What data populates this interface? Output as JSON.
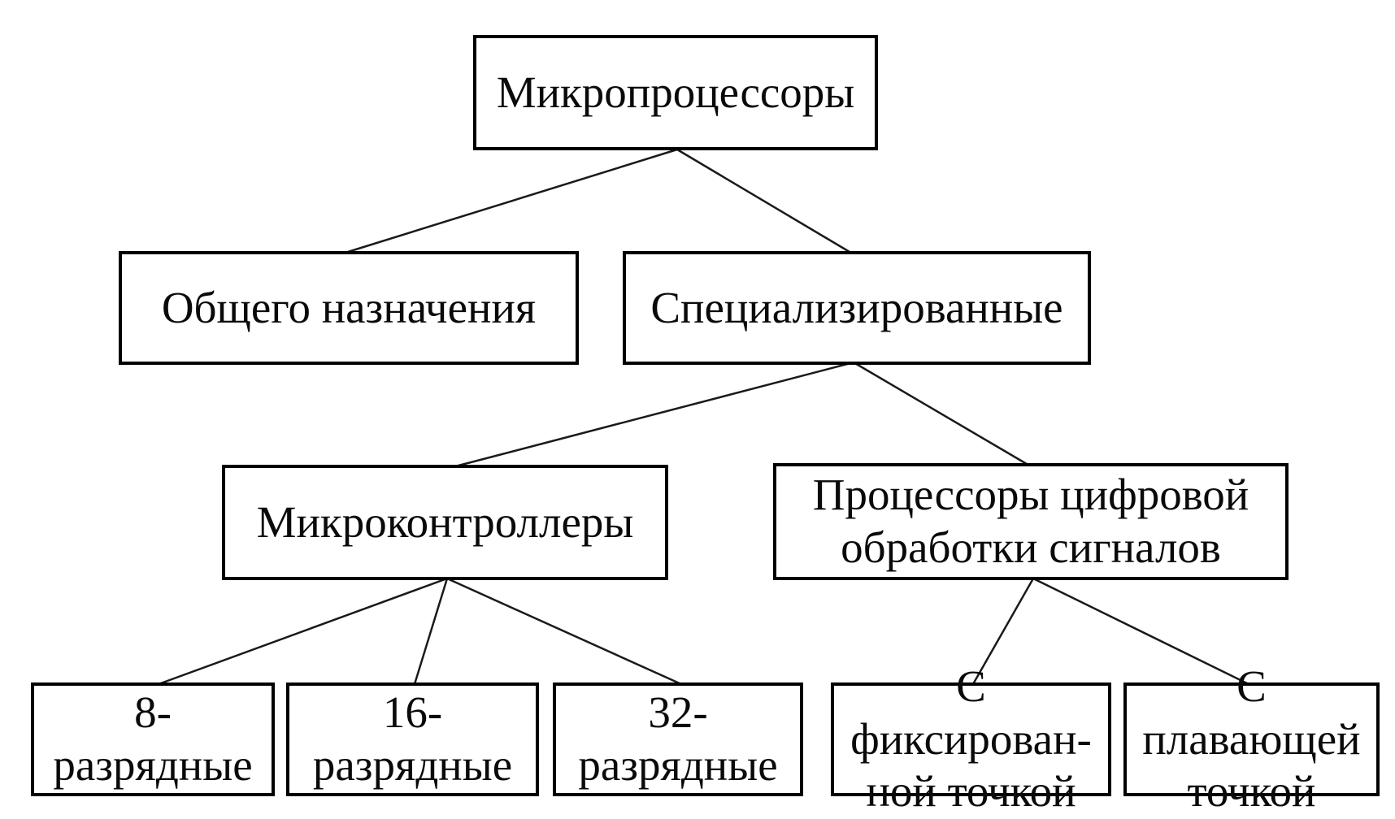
{
  "diagram": {
    "type": "tree",
    "language": "ru",
    "colors": {
      "background": "#ffffff",
      "border": "#000000",
      "text": "#0a0a0a",
      "line": "#1a1a1a"
    },
    "nodes": {
      "root": {
        "label": "Микропроцессоры"
      },
      "general_purpose": {
        "label": "Общего назначения"
      },
      "specialized": {
        "label": "Специализированные"
      },
      "microcontrollers": {
        "label": "Микроконтроллеры"
      },
      "dsp": {
        "label": "Процессоры цифровой\nобработки сигналов"
      },
      "bit8": {
        "label": "8-разрядные"
      },
      "bit16": {
        "label": "16-разрядные"
      },
      "bit32": {
        "label": "32-разрядные"
      },
      "fixed_point": {
        "label": "С фиксирован-\nной точкой"
      },
      "floating_point": {
        "label": "С плавающей\nточкой"
      }
    },
    "edges": [
      {
        "from": "root",
        "to": "general_purpose"
      },
      {
        "from": "root",
        "to": "specialized"
      },
      {
        "from": "specialized",
        "to": "microcontrollers"
      },
      {
        "from": "specialized",
        "to": "dsp"
      },
      {
        "from": "microcontrollers",
        "to": "bit8"
      },
      {
        "from": "microcontrollers",
        "to": "bit16"
      },
      {
        "from": "microcontrollers",
        "to": "bit32"
      },
      {
        "from": "dsp",
        "to": "fixed_point"
      },
      {
        "from": "dsp",
        "to": "floating_point"
      }
    ]
  }
}
